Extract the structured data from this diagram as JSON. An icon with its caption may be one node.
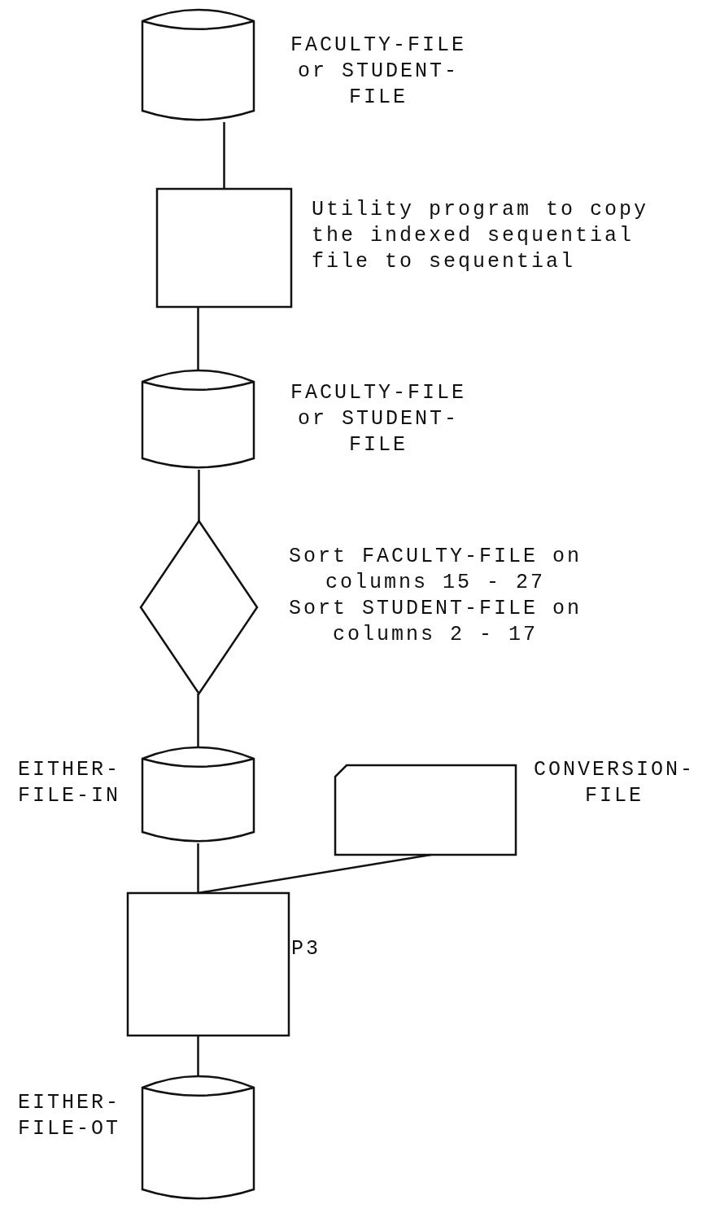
{
  "diagram": {
    "nodes": [
      {
        "text": [],
        "shape": "cylinder",
        "beside": [
          "FACULTY-FILE or STUDENT-FILE"
        ]
      },
      {
        "text": [],
        "shape": "box",
        "beside": [
          "Utility program to copy the indexed sequential file to sequential"
        ]
      },
      {
        "text": [],
        "shape": "cylinder",
        "beside": [
          "FACULTY-FILE or STUDENT-FILE"
        ]
      },
      {
        "text": [],
        "shape": "diamond",
        "beside": [
          "Sort FACULTY-FILE on columns 15 - 27",
          "Sort STUDENT-FILE on columns 2 - 17"
        ]
      },
      {
        "text": [],
        "shape": "cylinder",
        "beside": [
          "EITHER- FILE-IN"
        ]
      },
      {
        "text": [],
        "shape": "card",
        "beside": [
          "CONVERSION- FILE"
        ]
      },
      {
        "text": [],
        "shape": "box",
        "beside": [
          "P3"
        ]
      },
      {
        "text": [],
        "shape": "cylinder",
        "beside": [
          "EITHER- FILE-OT"
        ]
      }
    ],
    "edges": [
      {
        "from": 0,
        "to": 1,
        "arrow": "none"
      },
      {
        "from": 1,
        "to": 2,
        "arrow": "none"
      },
      {
        "from": 2,
        "to": 3,
        "arrow": "none"
      },
      {
        "from": 3,
        "to": 4,
        "arrow": "none"
      },
      {
        "from": 4,
        "to": 6,
        "arrow": "none"
      },
      {
        "from": 5,
        "to": 6,
        "arrow": "none"
      },
      {
        "from": 6,
        "to": 7,
        "arrow": "none"
      }
    ]
  }
}
